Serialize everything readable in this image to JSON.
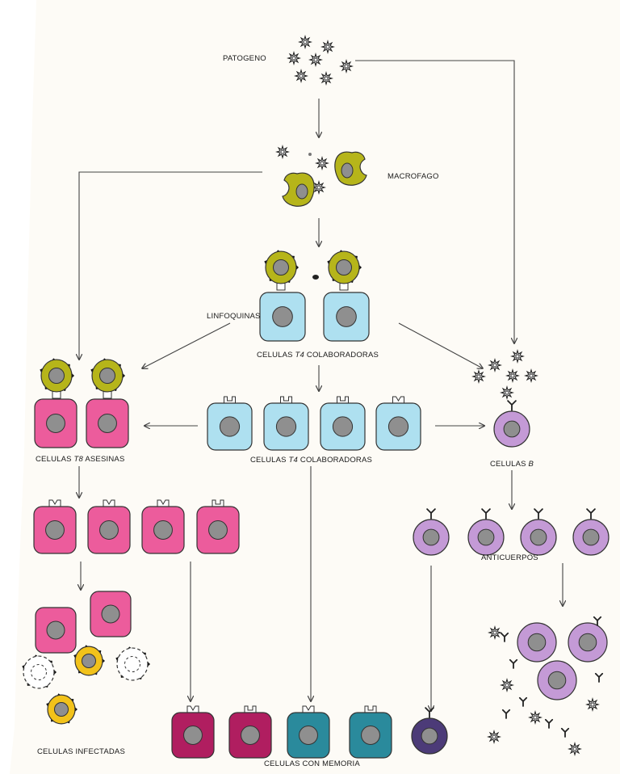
{
  "labels": {
    "patogeno": "PATOGENO",
    "macrofago": "MACROFAGO",
    "linfoquinas": "LINFOQUINAS",
    "t4_top_pre": "CELULAS ",
    "t4_top_italic": "T4",
    "t4_top_post": " COLABORADORAS",
    "t4_mid_pre": "CELULAS ",
    "t4_mid_italic": "T4",
    "t4_mid_post": " COLABORADORAS",
    "t8_pre": "CELULAS ",
    "t8_italic": "T8",
    "t8_post": " ASESINAS",
    "b_pre": "CELULAS ",
    "b_italic": "B",
    "anticuerpos": "ANTICUERPOS",
    "infectadas": "CELULAS INFECTADAS",
    "memoria": "CELULAS CON MEMORIA"
  },
  "colors": {
    "paper": "#fdfbf6",
    "macrophage": "#b6b51a",
    "t4_cell": "#aee0f0",
    "t8_cell": "#ec5c9c",
    "b_cell": "#c49ad6",
    "infected": "#f2c21a",
    "memory_t8": "#b01e60",
    "memory_t4": "#2a8a9c",
    "memory_b": "#4c3b78",
    "nucleus": "#8f8f8f",
    "arrow": "#444444"
  }
}
